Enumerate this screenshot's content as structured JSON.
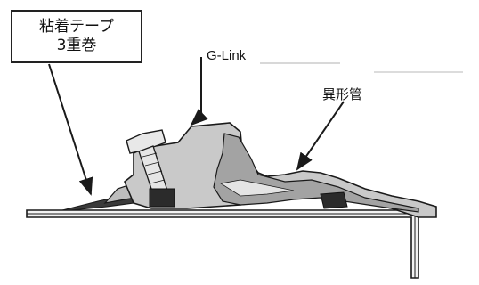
{
  "labels": {
    "tape_line1": "粘着テープ",
    "tape_line2": "3重巻",
    "glink": "G-Link",
    "pipe": "異形管"
  },
  "colors": {
    "outline": "#1a1a1a",
    "body_fill": "#c9c9c9",
    "body_dark": "#9a9a9a",
    "seal_fill": "#2b2b2b",
    "bolt_fill": "#e6e6e6"
  }
}
